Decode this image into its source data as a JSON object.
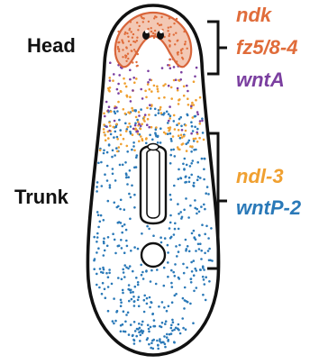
{
  "regions": {
    "head": "Head",
    "trunk": "Trunk"
  },
  "genes": {
    "head": [
      {
        "name": "ndk",
        "color": "#e06c3a"
      },
      {
        "name": "fz5/8-4",
        "color": "#e06c3a"
      },
      {
        "name": "wntA",
        "color": "#7b3fa0"
      }
    ],
    "trunk": [
      {
        "name": "ndl-3",
        "color": "#f0a030"
      },
      {
        "name": "wntP-2",
        "color": "#2a79b8"
      }
    ]
  },
  "colors": {
    "outline": "#111111",
    "ndk_fz": "#e06c3a",
    "wntA": "#7b3fa0",
    "ndl3": "#f0a030",
    "wntP2": "#2a79b8"
  }
}
